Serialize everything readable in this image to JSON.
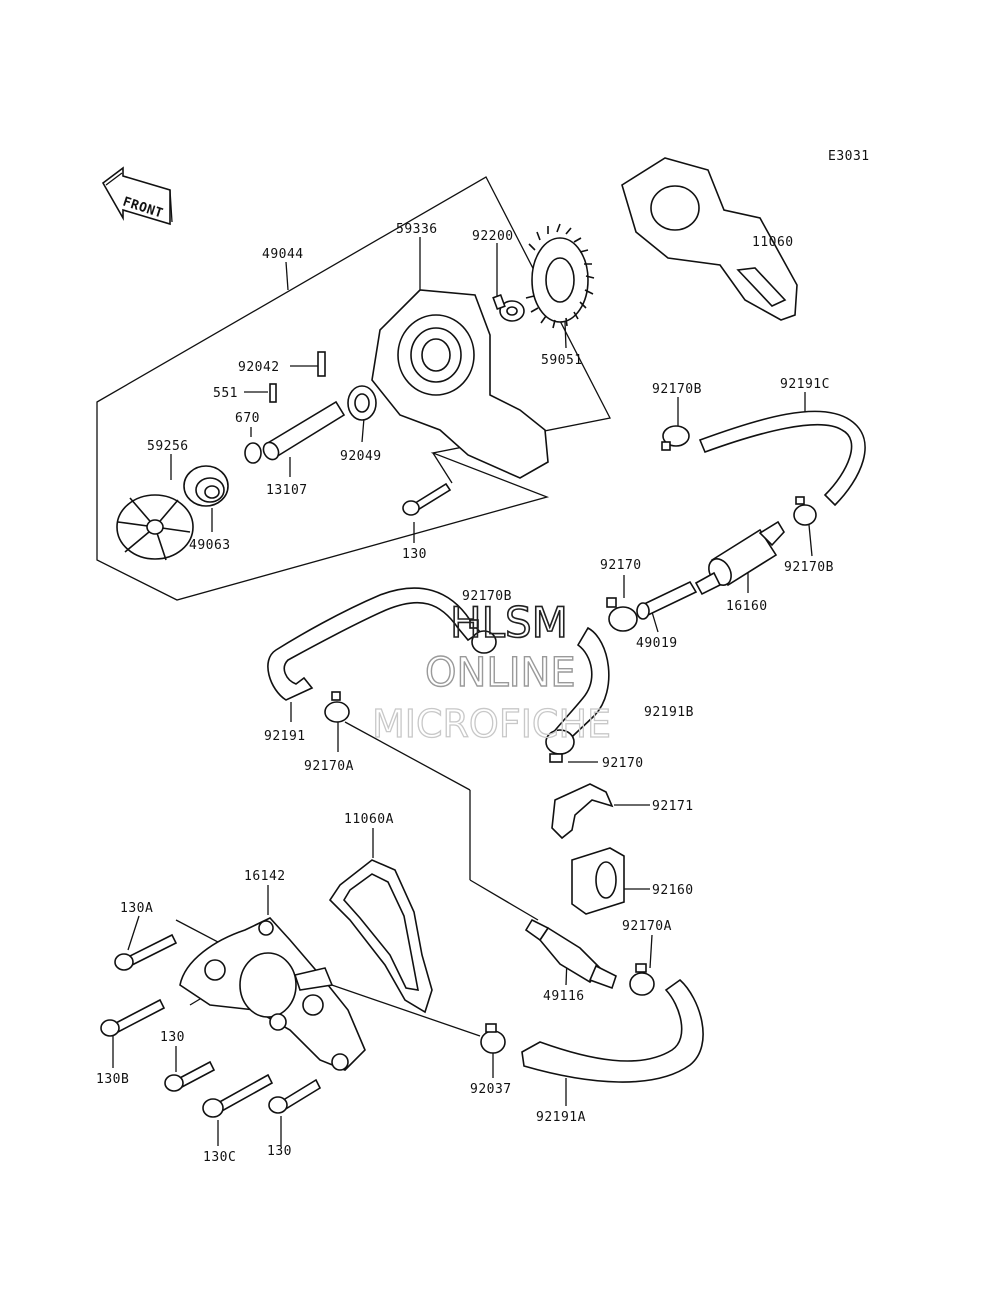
{
  "diagram_code": "E3031",
  "front_label": "FRONT",
  "watermark": {
    "line1": "HLSM",
    "line2": "ONLINE",
    "line3": "MICROFICHE"
  },
  "parts": {
    "p49044": "49044",
    "p59336": "59336",
    "p92200": "92200",
    "p59051": "59051",
    "p11060": "11060",
    "p92042": "92042",
    "p551": "551",
    "p670": "670",
    "p59256": "59256",
    "p92049": "92049",
    "p13107": "13107",
    "p49063": "49063",
    "p130_top": "130",
    "p92170B_top": "92170B",
    "p92191C": "92191C",
    "p92170B_right": "92170B",
    "p92170_a": "92170",
    "p16160": "16160",
    "p49019": "49019",
    "p92170B_mid": "92170B",
    "p92191B": "92191B",
    "p92191": "92191",
    "p92170A_left": "92170A",
    "p92170_b": "92170",
    "p92171": "92171",
    "p11060A": "11060A",
    "p92160": "92160",
    "p16142": "16142",
    "p130A": "130A",
    "p92170A_right": "92170A",
    "p49116": "49116",
    "p130_mid": "130",
    "p130B": "130B",
    "p92037": "92037",
    "p92191A": "92191A",
    "p130C": "130C",
    "p130_bottom": "130"
  }
}
